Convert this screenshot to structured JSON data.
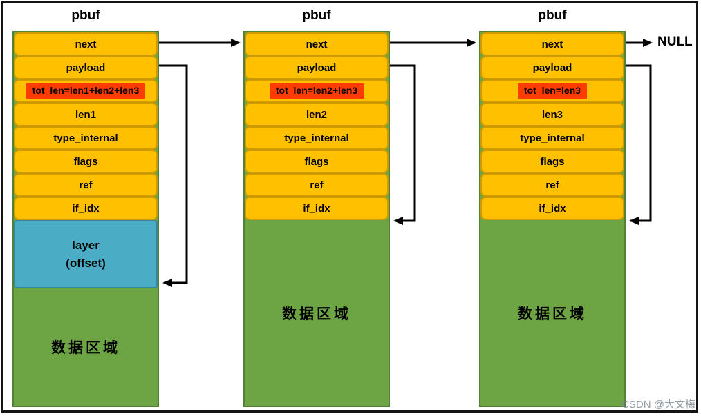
{
  "diagram": {
    "null_label": "NULL",
    "watermark": "CSDN @大文梅",
    "colors": {
      "row_fill": "#FFC000",
      "row_border": "#CF9A00",
      "highlight_fill": "#FF3B00",
      "layer_fill": "#4BACC6",
      "data_fill": "#6DA544",
      "data_border": "#538135",
      "arrow": "#000000",
      "frame": "#141414"
    },
    "pbufs": [
      {
        "title": "pbuf",
        "rows": [
          {
            "label": "next"
          },
          {
            "label": "payload"
          },
          {
            "label": "tot_len=len1+len2+len3",
            "highlight": true
          },
          {
            "label": "len1"
          },
          {
            "label": "type_internal"
          },
          {
            "label": "flags"
          },
          {
            "label": "ref"
          },
          {
            "label": "if_idx"
          }
        ],
        "layer_block": {
          "line1": "layer",
          "line2": "(offset)"
        },
        "data_area": "数据区域",
        "next_points_to": "pbuf-2",
        "payload_points_to": "start-of-data-area-after-layer-offset"
      },
      {
        "title": "pbuf",
        "rows": [
          {
            "label": "next"
          },
          {
            "label": "payload"
          },
          {
            "label": "tot_len=len2+len3",
            "highlight": true
          },
          {
            "label": "len2"
          },
          {
            "label": "type_internal"
          },
          {
            "label": "flags"
          },
          {
            "label": "ref"
          },
          {
            "label": "if_idx"
          }
        ],
        "layer_block": null,
        "data_area": "数据区域",
        "next_points_to": "pbuf-3",
        "payload_points_to": "start-of-data-area"
      },
      {
        "title": "pbuf",
        "rows": [
          {
            "label": "next"
          },
          {
            "label": "payload"
          },
          {
            "label": "tot_len=len3",
            "highlight": true
          },
          {
            "label": "len3"
          },
          {
            "label": "type_internal"
          },
          {
            "label": "flags"
          },
          {
            "label": "ref"
          },
          {
            "label": "if_idx"
          }
        ],
        "layer_block": null,
        "data_area": "数据区域",
        "next_points_to": "NULL",
        "payload_points_to": "start-of-data-area"
      }
    ]
  }
}
